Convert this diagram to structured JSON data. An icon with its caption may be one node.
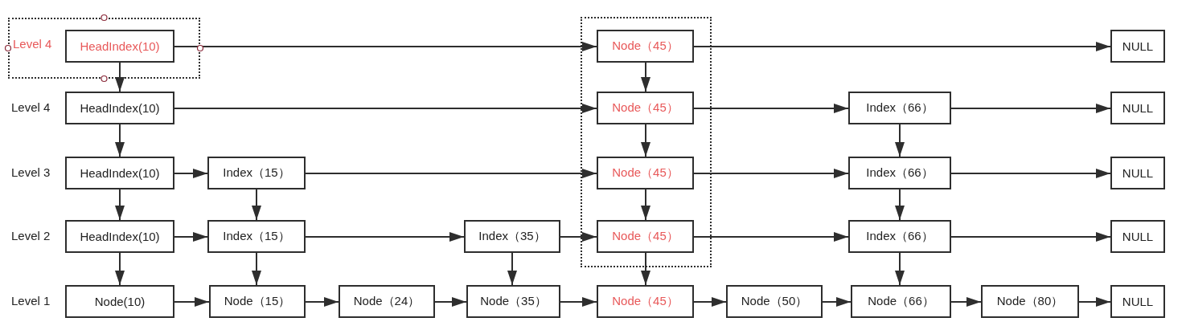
{
  "diagram": {
    "nodes": [
      {
        "text": [
          "Level 4"
        ]
      },
      {
        "text": [
          "HeadIndex(10)"
        ],
        "in": 0
      },
      {
        "text": [],
        "shape": "box"
      },
      {
        "text": [
          "Node（45）"
        ],
        "in": 2
      },
      {
        "text": [
          "NULL"
        ]
      },
      {
        "text": [
          "HeadIndex(10)"
        ]
      },
      {
        "text": [
          "Node（45）"
        ],
        "in": 2
      },
      {
        "text": [
          "Index（66）"
        ]
      },
      {
        "text": [
          "NULL"
        ]
      },
      {
        "text": [
          "HeadIndex(10)"
        ]
      },
      {
        "text": [
          "Index（15）"
        ]
      },
      {
        "text": [
          "Node（45）"
        ],
        "in": 2
      },
      {
        "text": [
          "Index（66）"
        ]
      },
      {
        "text": [
          "NULL"
        ]
      },
      {
        "text": [
          "HeadIndex(10)"
        ]
      },
      {
        "text": [
          "Index（15）"
        ]
      },
      {
        "text": [
          "Index（35）"
        ]
      },
      {
        "text": [
          "Node（45）"
        ],
        "in": 2
      },
      {
        "text": [
          "Index（66）"
        ]
      },
      {
        "text": [
          "NULL"
        ]
      },
      {
        "text": [
          "Node(10)"
        ]
      },
      {
        "text": [
          "Node（15）"
        ]
      },
      {
        "text": [
          "Node（24）"
        ]
      },
      {
        "text": [
          "Node（35）"
        ]
      },
      {
        "text": [
          "Node（45）"
        ]
      },
      {
        "text": [
          "Node（50）"
        ]
      },
      {
        "text": [
          "Node（66）"
        ]
      },
      {
        "text": [
          "Node（80）"
        ]
      },
      {
        "text": [
          "NULL"
        ]
      }
    ],
    "edges": [
      {
        "from": 1,
        "to": 3,
        "arrow": "to"
      },
      {
        "from": 3,
        "to": 4,
        "arrow": "to"
      },
      {
        "from": 1,
        "to": 5,
        "arrow": "to"
      },
      {
        "from": 3,
        "to": 6,
        "arrow": "to"
      },
      {
        "from": 5,
        "to": 6,
        "arrow": "to"
      },
      {
        "from": 6,
        "to": 7,
        "arrow": "to"
      },
      {
        "from": 7,
        "to": 8,
        "arrow": "to"
      },
      {
        "from": 5,
        "to": 9,
        "arrow": "to"
      },
      {
        "from": 6,
        "to": 11,
        "arrow": "to"
      },
      {
        "from": 7,
        "to": 12,
        "arrow": "to"
      },
      {
        "from": 9,
        "to": 10,
        "arrow": "to"
      },
      {
        "from": 10,
        "to": 11,
        "arrow": "to"
      },
      {
        "from": 11,
        "to": 12,
        "arrow": "to"
      },
      {
        "from": 12,
        "to": 13,
        "arrow": "to"
      },
      {
        "from": 9,
        "to": 14,
        "arrow": "to"
      },
      {
        "from": 10,
        "to": 15,
        "arrow": "to"
      },
      {
        "from": 11,
        "to": 17,
        "arrow": "to"
      },
      {
        "from": 12,
        "to": 18,
        "arrow": "to"
      },
      {
        "from": 14,
        "to": 15,
        "arrow": "to"
      },
      {
        "from": 15,
        "to": 16,
        "arrow": "to"
      },
      {
        "from": 16,
        "to": 17,
        "arrow": "to"
      },
      {
        "from": 17,
        "to": 18,
        "arrow": "to"
      },
      {
        "from": 18,
        "to": 19,
        "arrow": "to"
      },
      {
        "from": 14,
        "to": 20,
        "arrow": "to"
      },
      {
        "from": 15,
        "to": 21,
        "arrow": "to"
      },
      {
        "from": 16,
        "to": 23,
        "arrow": "to"
      },
      {
        "from": 17,
        "to": 24,
        "arrow": "to"
      },
      {
        "from": 18,
        "to": 26,
        "arrow": "to"
      },
      {
        "from": 20,
        "to": 21,
        "arrow": "to"
      },
      {
        "from": 21,
        "to": 22,
        "arrow": "to"
      },
      {
        "from": 22,
        "to": 23,
        "arrow": "to"
      },
      {
        "from": 23,
        "to": 24,
        "arrow": "to"
      },
      {
        "from": 24,
        "to": 25,
        "arrow": "to"
      },
      {
        "from": 25,
        "to": 26,
        "arrow": "to"
      },
      {
        "from": 26,
        "to": 27,
        "arrow": "to"
      },
      {
        "from": 27,
        "to": 28,
        "arrow": "to"
      }
    ],
    "labels": [
      "Level 4",
      "Level 3",
      "Level 2",
      "Level 1"
    ]
  }
}
